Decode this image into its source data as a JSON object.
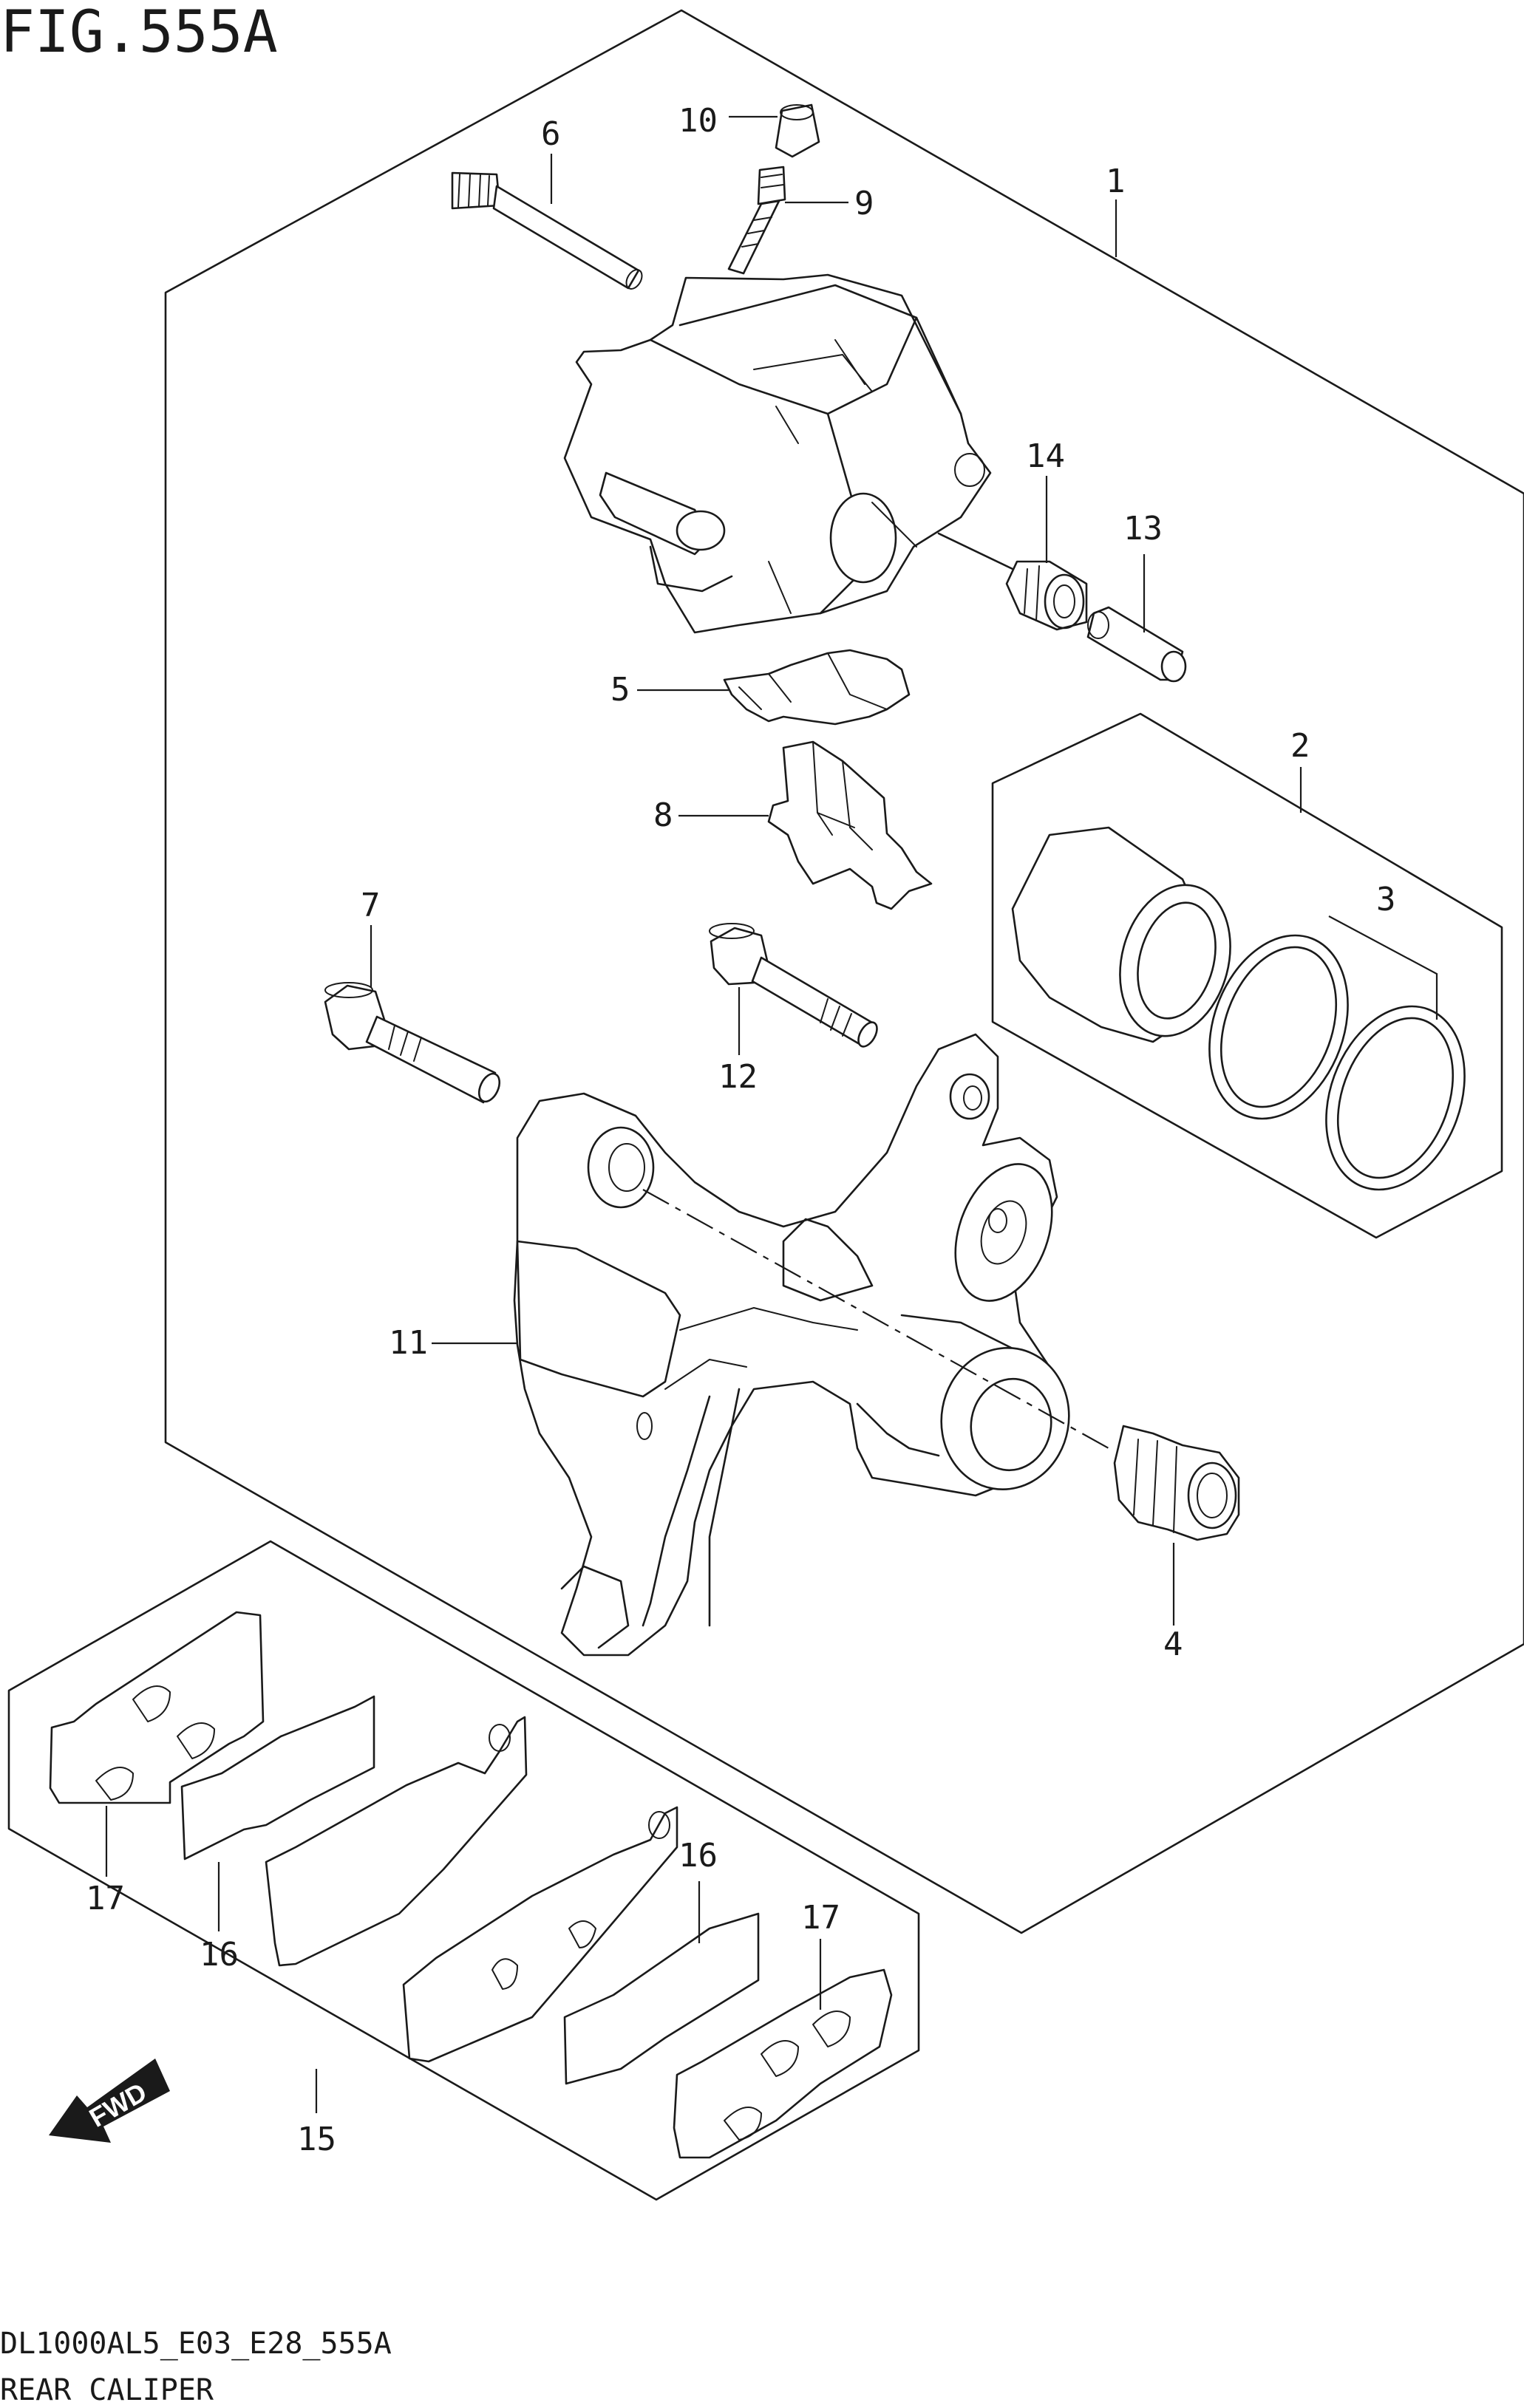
{
  "figure_title": "FIG.555A",
  "footer": {
    "model_code": "DL1000AL5_E03_E28_555A",
    "section_name": "REAR CALIPER"
  },
  "fwd_label": "FWD",
  "callouts": {
    "c1": "1",
    "c2": "2",
    "c3": "3",
    "c4": "4",
    "c5": "5",
    "c6": "6",
    "c7": "7",
    "c8": "8",
    "c9": "9",
    "c10": "10",
    "c11": "11",
    "c12": "12",
    "c13": "13",
    "c14": "14",
    "c15": "15",
    "c16a": "16",
    "c16b": "16",
    "c17a": "17",
    "c17b": "17"
  }
}
